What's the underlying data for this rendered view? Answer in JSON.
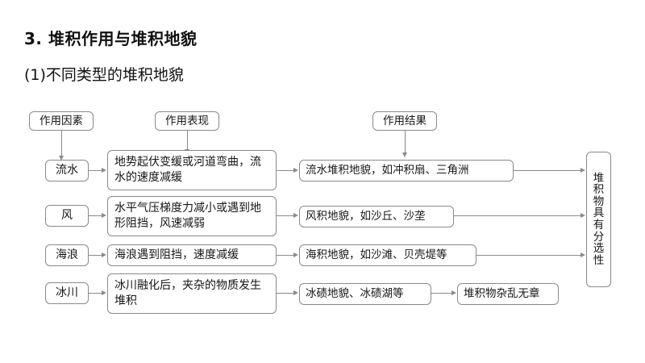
{
  "headings": {
    "main": "3. 堆积作用与堆积地貌",
    "sub": "(1)不同类型的堆积地貌"
  },
  "columns": {
    "factor_label": "作用因素",
    "manifestation_label": "作用表现",
    "result_label": "作用结果"
  },
  "rows": [
    {
      "factor": "流水",
      "manifestation": "地势起伏变缓或河道弯曲，流水的速度减缓",
      "result": "流水堆积地貌，如冲积扇、三角洲",
      "result2": ""
    },
    {
      "factor": "风",
      "manifestation": "水平气压梯度力减小或遇到地形阻挡，风速减弱",
      "result": "风积地貌，如沙丘、沙垄",
      "result2": ""
    },
    {
      "factor": "海浪",
      "manifestation": "海浪遇到阻挡，速度减缓",
      "result": "海积地貌，如沙滩、贝壳堤等",
      "result2": ""
    },
    {
      "factor": "冰川",
      "manifestation": "冰川融化后，夹杂的物质发生堆积",
      "result": "冰碛地貌、冰碛湖等",
      "result2": "堆积物杂乱无章"
    }
  ],
  "summary": {
    "text": "堆积物具有分选性",
    "chars": [
      "堆",
      "积",
      "物",
      "具",
      "有",
      "分",
      "选",
      "性"
    ]
  },
  "colors": {
    "line": "#8a8a8a",
    "text": "#161616",
    "background": "#ffffff"
  }
}
